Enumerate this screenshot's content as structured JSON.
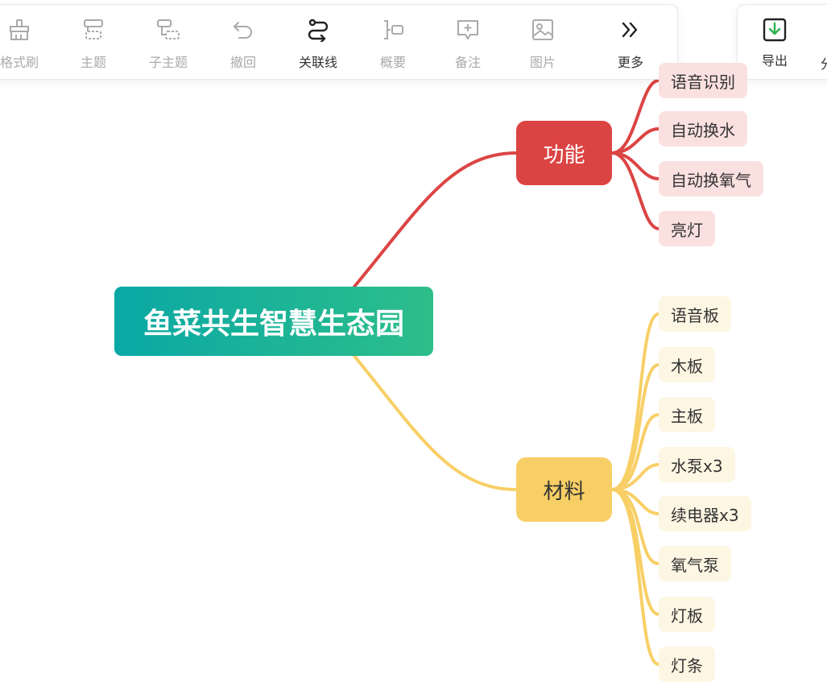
{
  "toolbar": {
    "items": [
      {
        "label": "格式刷",
        "icon": "format-brush-icon"
      },
      {
        "label": "主题",
        "icon": "topic-icon"
      },
      {
        "label": "子主题",
        "icon": "subtopic-icon"
      },
      {
        "label": "撤回",
        "icon": "undo-icon"
      },
      {
        "label": "关联线",
        "icon": "relation-line-icon"
      },
      {
        "label": "概要",
        "icon": "summary-icon"
      },
      {
        "label": "备注",
        "icon": "note-icon"
      },
      {
        "label": "图片",
        "icon": "image-icon"
      },
      {
        "label": "更多",
        "icon": "more-icon"
      }
    ],
    "export_label": "导出",
    "cut_label": "分"
  },
  "mindmap": {
    "root": "鱼菜共生智慧生态园",
    "branches": [
      {
        "label": "功能",
        "color": "#dc4444",
        "children": [
          "语音识别",
          "自动换水",
          "自动换氧气",
          "亮灯"
        ]
      },
      {
        "label": "材料",
        "color": "#f8cf66",
        "children": [
          "语音板",
          "木板",
          "主板",
          "水泵x3",
          "续电器x3",
          "氧气泵",
          "灯板",
          "灯条"
        ]
      }
    ]
  },
  "colors": {
    "root_gradient": [
      "#0aa8a5",
      "#2dbe8a"
    ],
    "branch_red": "#dc4444",
    "branch_yellow": "#f8cf66",
    "leaf_red_bg": "#fbe0e0",
    "leaf_yellow_bg": "#fdf6e3",
    "export_arrow": "#2bb24c"
  }
}
